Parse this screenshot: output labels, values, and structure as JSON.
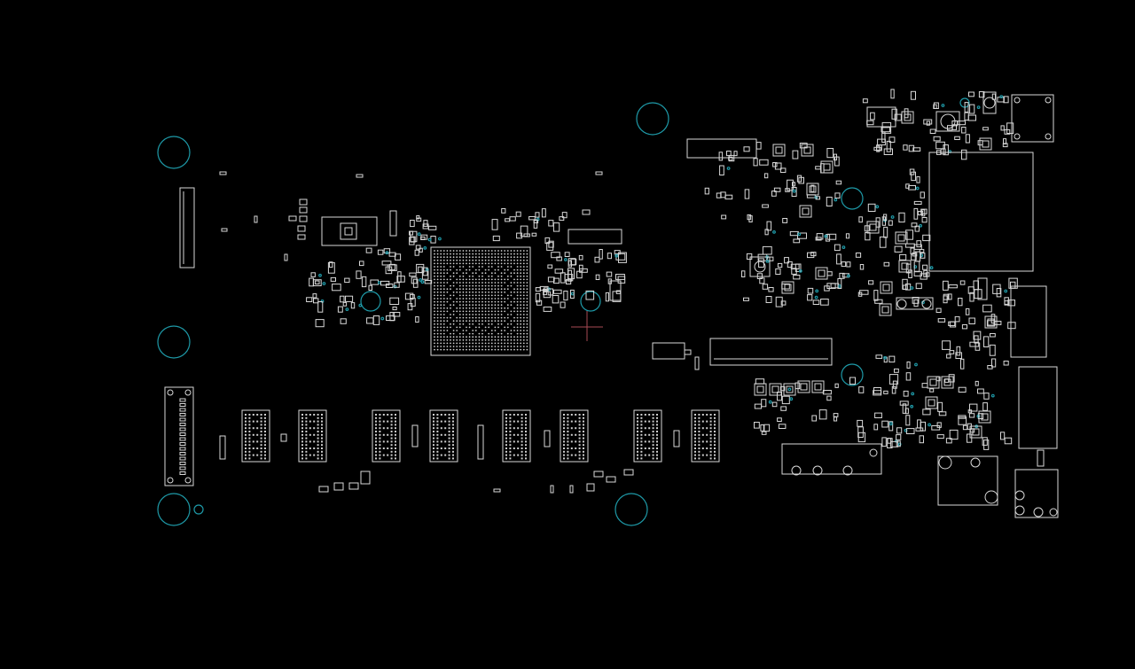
{
  "viewer": {
    "background": "#000000",
    "outline_color": "#d8d8d8",
    "via_color": "#1e9aa8",
    "cursor_color": "#a84a55"
  },
  "board": {
    "mounting_hole_count": 8,
    "memory_chip_count": 8,
    "main_chip": "bga-processor",
    "icons": [
      "crosshair-cursor-icon"
    ]
  }
}
